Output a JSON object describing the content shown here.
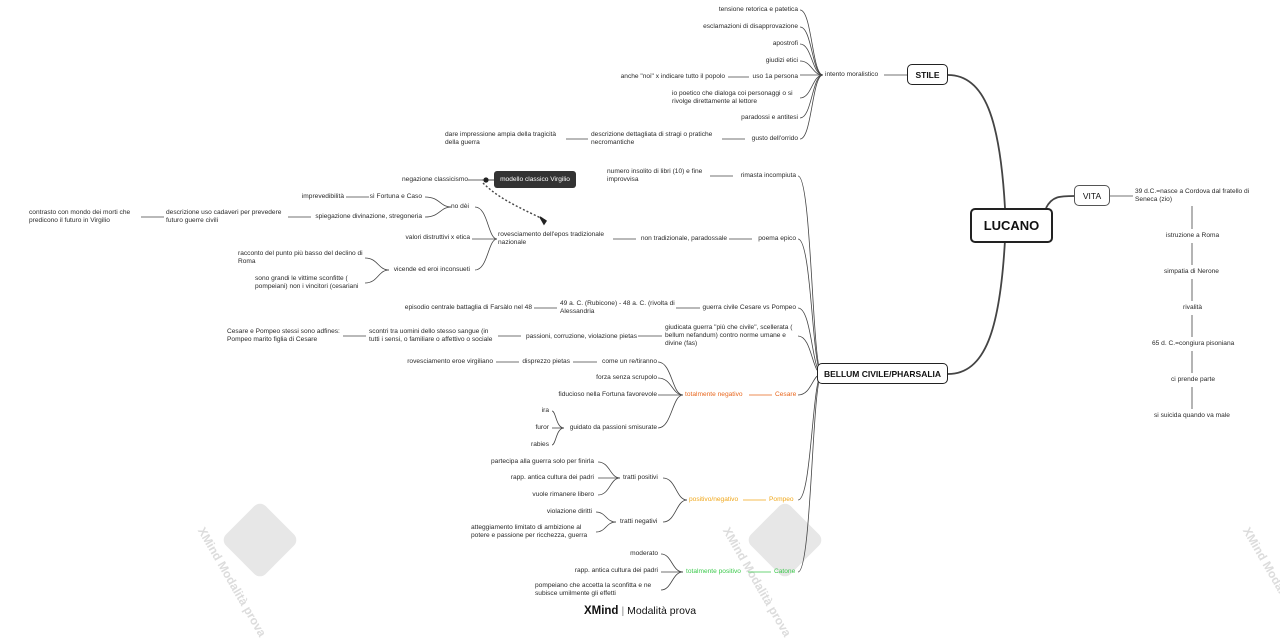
{
  "root": "LUCANO",
  "footer": {
    "brand": "XMind",
    "separator": "|",
    "mode": "Modalità prova"
  },
  "watermark": {
    "text": "XMind Modalità prova"
  },
  "colors": {
    "cesare": "#e8671e",
    "pompeo": "#f0a71a",
    "catone": "#3cc94c",
    "line": "#444444"
  },
  "stile": {
    "label": "STILE",
    "intento": "intento moralistico",
    "items": [
      "tensione retorica e patetica",
      "esclamazioni di disapprovazione",
      "apostrofi",
      "giudizi etici"
    ],
    "uso": "uso 1a persona",
    "uso_detail": "anche \"noi\" x indicare tutto il popolo",
    "io": "io poetico che dialoga coi personaggi o si rivolge direttamente al lettore",
    "paradossi": "paradossi e antitesi",
    "gusto": "gusto dell'orrido",
    "descrizione": "descrizione dettagliata di stragi o pratiche necromantiche",
    "dare": "dare impressione ampia della tragicità della guerra"
  },
  "vita": {
    "label": "VITA",
    "items": [
      "39 d.C.=nasce a Cordova dal fratello di Seneca (zio)",
      "istruzione a Roma",
      "simpatia di Nerone",
      "rivalità",
      "65 d. C.=congiura pisoniana",
      "ci prende parte",
      "si suicida quando va male"
    ]
  },
  "bellum": {
    "label": "BELLUM CIVILE/PHARSALIA",
    "rimasta": "rimasta incompiuta",
    "numero": "numero insolito di libri (10) e fine improvvisa",
    "poema": "poema epico",
    "non_trad": "non tradizionale, paradossale",
    "rovesciamento": "rovesciamento dell'epos tradizionale nazionale",
    "modello": "modello classico Virgilio",
    "negazione": "negazione classicismo",
    "no_dei": "no dèi",
    "si_fortuna": "sì Fortuna e Caso",
    "imprevedibilita": "imprevedibilità",
    "spiegazione": "spiegazione divinazione, stregoneria",
    "descrizione_uso": "descrizione uso cadaveri per prevedere futuro guerre civili",
    "contrasto": "contrasto con mondo dei morti che predicono il futuro in Virgilio",
    "valori": "valori distruttivi x etica",
    "vicende": "vicende ed eroi inconsueti",
    "racconto": "racconto del punto più basso del declino di Roma",
    "sono_grandi": "sono grandi le vittime sconfitte ( pompeiani) non i vincitori (cesariani",
    "guerra_civile": "guerra civile Cesare vs Pompeo",
    "date": "49 a. C. (Rubicone) - 48 a. C. (rivolta di Alessandria",
    "episodio": "episodio centrale battaglia di Farsàlo nel 48",
    "giudicata": "giudicata guerra \"più che civile\", scellerata ( bellum nefandum) contro norme umane e divine (fas)",
    "passioni": "passioni, corruzione, violazione pietas",
    "scontri": "scontri tra uomini dello stesso sangue (in tutti i sensi, o familiare o affettivo o sociale",
    "adfines": "Cesare e Pompeo stessi sono adfines: Pompeo marito figlia di Cesare",
    "cesare": "Cesare",
    "tot_neg": "totalmente negativo",
    "come_tiranno": "come un re/tiranno",
    "disprezzo": "disprezzo pietas",
    "rovesc_eroe": "rovesciamento eroe virgiliano",
    "forza": "forza senza scrupolo",
    "fiducioso": "fiducioso nella Fortuna favorevole",
    "guidato": "guidato da passioni smisurate",
    "ira": "ira",
    "furor": "furor",
    "rabies": "rabies",
    "pompeo": "Pompeo",
    "pos_neg": "positivo/negativo",
    "tratti_pos": "tratti positivi",
    "partecipa": "partecipa alla guerra solo per finirla",
    "rapp1": "rapp. antica cultura dei padri",
    "vuole": "vuole rimanere libero",
    "tratti_neg": "tratti negativi",
    "violazione": "violazione diritti",
    "atteggiamento": "atteggiamento limitato di ambizione al potere e passione per ricchezza, guerra",
    "catone": "Catone",
    "tot_pos": "totalmente positivo",
    "moderato": "moderato",
    "rapp2": "rapp. antica cultura dei padri",
    "pompeiano": "pompeiano che accetta la sconfitta e ne subisce umilmente gli effetti"
  }
}
